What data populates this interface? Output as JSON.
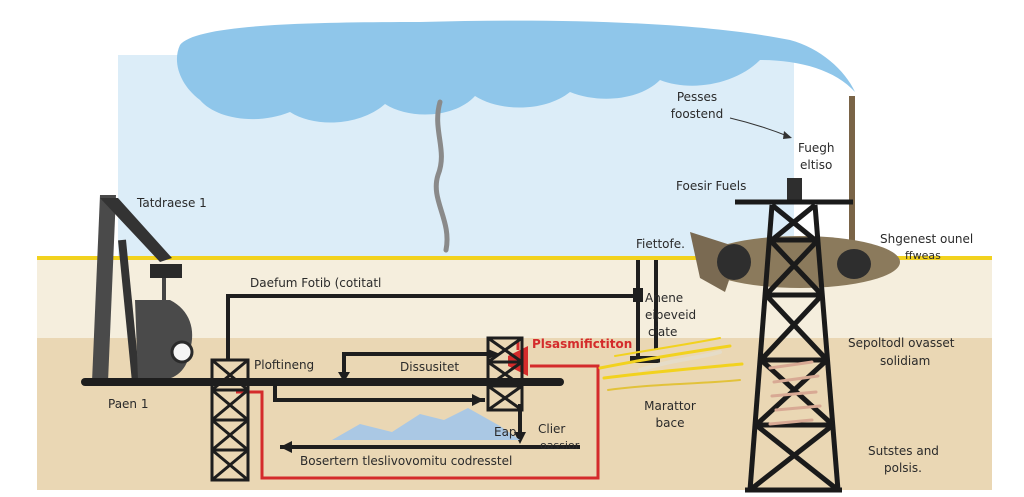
{
  "labels": {
    "top_right_1": "Pesses",
    "top_right_2": "foostend",
    "flue_1": "Fuegh",
    "flue_2": "eltiso",
    "fossil_fuels": "Foesir Fuels",
    "left_rig": "Tatdraese 1",
    "field_a": "Fiettofe.",
    "surface_right_1": "Shgenest ounel",
    "surface_right_2": "ffweas",
    "main_pipe": "Daefum Fotib (cotitatl",
    "pipe_side_1": "Anene",
    "pipe_side_2": "eipeveid",
    "pipe_side_3": "ciate",
    "return_pipe": "Ploftineng",
    "mid_label": "Dissusitet",
    "red_label": "Plsasmifictiton",
    "geo_right_1": "Sepoltodl ovasset",
    "geo_right_2": "solidiam",
    "left_base": "Paen 1",
    "reservoir_1": "Marattor",
    "reservoir_2": "bace",
    "gas_1": "Eap",
    "gas_2": "Clier",
    "gas_3": "oassior",
    "bottom_pipe": "Bosertern tleslivovomitu codresstel",
    "bottom_right_1": "Sutstes and",
    "bottom_right_2": "polsis."
  },
  "colors": {
    "sky": "#dcedf8",
    "cloud": "#8fc6ea",
    "surface_line": "#f2d21e",
    "ground_upper": "#f5eedd",
    "ground_lower": "#ead7b4",
    "pipe": "#1e1e1e",
    "red_pipe": "#d42b2b",
    "gas_pocket": "#aac8e4",
    "rig": "#1a1a1a",
    "pumpjack": "#4a4a4a",
    "rock": "#7a6a52"
  }
}
